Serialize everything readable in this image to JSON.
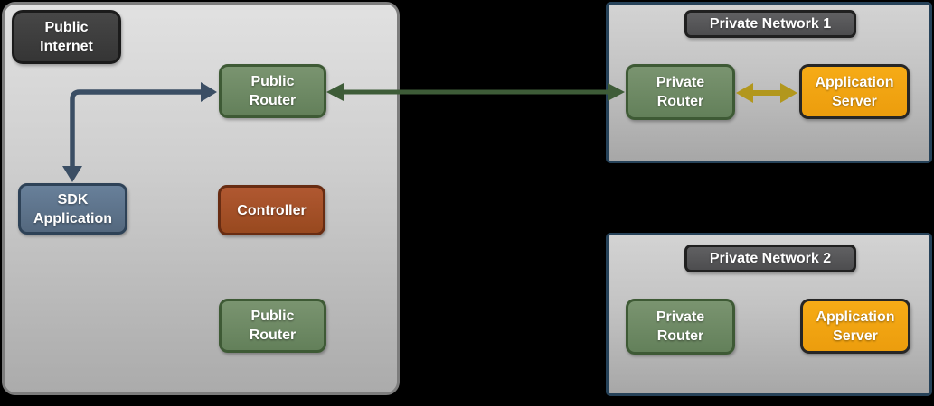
{
  "public_internet": {
    "label": "Public\nInternet",
    "public_router_top": "Public\nRouter",
    "sdk_application": "SDK\nApplication",
    "controller": "Controller",
    "public_router_bottom": "Public\nRouter"
  },
  "private_network_1": {
    "title": "Private Network 1",
    "private_router": "Private\nRouter",
    "application_server": "Application\nServer"
  },
  "private_network_2": {
    "title": "Private Network 2",
    "private_router": "Private\nRouter",
    "application_server": "Application\nServer"
  },
  "colors": {
    "canvas_background": "#000000",
    "zone_fill_top": "#e1e1e1",
    "zone_fill_bottom": "#ababab",
    "public_zone_border": "#7d7d7d",
    "private_zone_border": "#264259",
    "dark_badge": "#3c3c3c",
    "network_label": "#565658",
    "router_green": "#6e8b64",
    "router_green_border": "#3e5a35",
    "sdk_slate": "#5e7489",
    "sdk_slate_border": "#2e4257",
    "controller_rust": "#a6512a",
    "controller_rust_border": "#682c12",
    "app_server_orange": "#f1a412",
    "app_server_orange_border": "#262626",
    "arrow_blue": "#3b4e64",
    "arrow_green": "#3e5c38",
    "arrow_yellow": "#b2971d"
  },
  "arrows": [
    {
      "id": "sdk-to-public-router",
      "between": [
        "SDK Application",
        "Public Router"
      ],
      "shape": "elbow",
      "heads": "both",
      "color": "#3b4e64"
    },
    {
      "id": "public-router-to-private-router-1",
      "between": [
        "Public Router",
        "Private Router (Private Network 1)"
      ],
      "shape": "straight",
      "heads": "both",
      "color": "#3e5c38"
    },
    {
      "id": "private-router-1-to-application-server-1",
      "between": [
        "Private Router (Private Network 1)",
        "Application Server (Private Network 1)"
      ],
      "shape": "straight",
      "heads": "both",
      "color": "#b2971d"
    }
  ]
}
